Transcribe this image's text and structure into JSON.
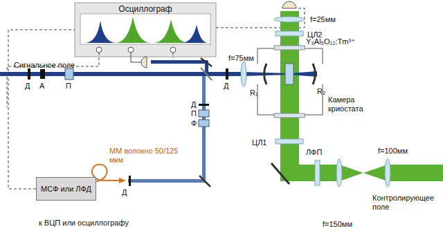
{
  "diagram": {
    "nodes": [
      {
        "text": [
          "Осциллограф"
        ]
      },
      {
        "text": [
          "МСФ или ЛФД"
        ]
      }
    ],
    "edges": [
      {
        "from": 1,
        "to": 0,
        "arrow": "none"
      }
    ],
    "labels": [
      "Сигнальное поле",
      "Д",
      "А",
      "П",
      "Д",
      "Д",
      "П",
      "Ф",
      "f=75мм",
      "R₁",
      "R₂",
      "Y₃Al₅O₁₂:Tm³⁺",
      "Камера криостата",
      "f=25мм",
      "ЦЛ2",
      "ЦЛ1",
      "ЛФП",
      "f=100мм",
      "f=150мм",
      "Контролирующее поле",
      "ММ волокно 50/125 мкм",
      "Д",
      "к ВЦП или осциллографу"
    ]
  }
}
